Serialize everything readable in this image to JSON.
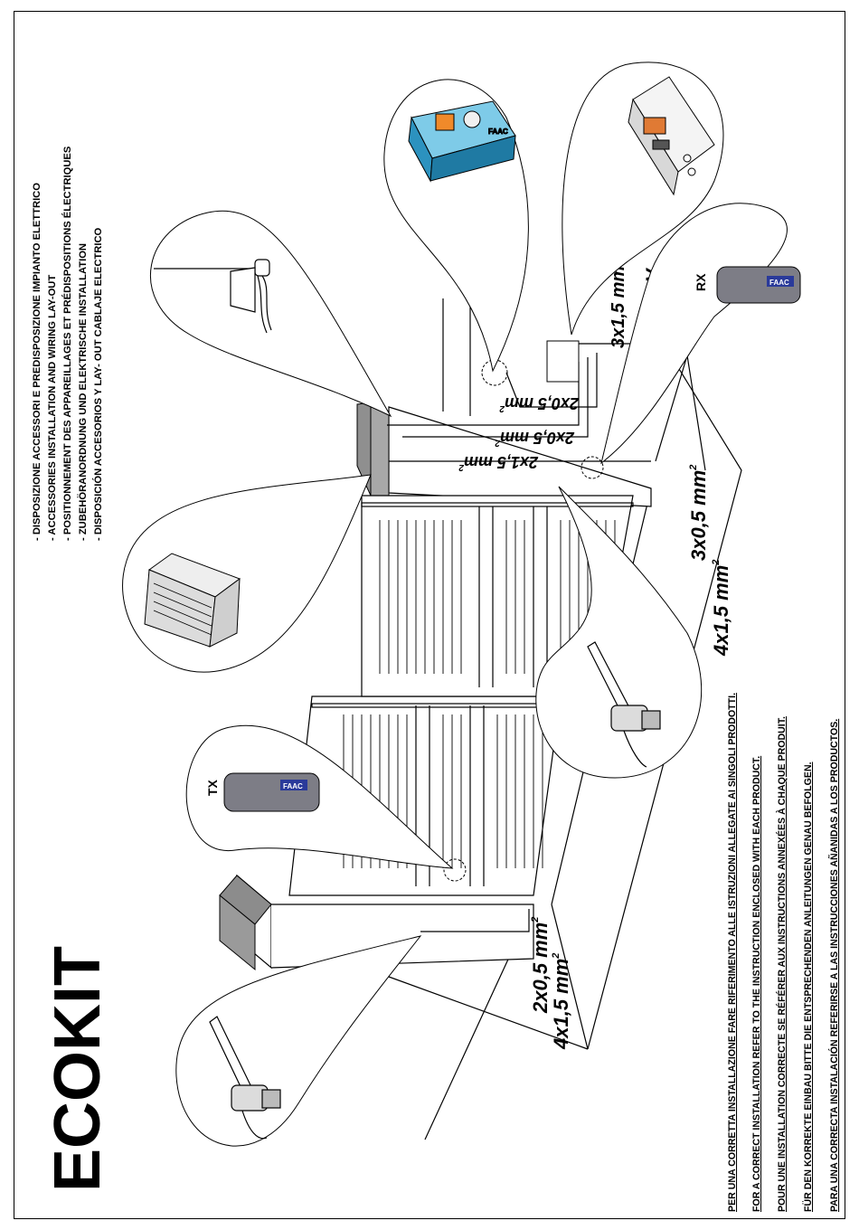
{
  "title": "ECOKIT",
  "languages_header": [
    "- DISPOSIZIONE ACCESSORI E PREDISPOSIZIONE IMPIANTO ELETTRICO",
    "- ACCESSORIES INSTALLATION AND WIRING LAY-OUT",
    "- POSITIONNEMENT DES APPAREILLAGES ET PRÉDISPOSITIONS ÉLECTRIQUES",
    "- ZUBEHÖRANORDNUNG UND ELEKTRISCHE INSTALLATION",
    "- DISPOSICIÓN ACCESORIOS Y LAY- OUT CABLAJE ELECTRICO"
  ],
  "footer_notes": [
    "PER UNA CORRETTA INSTALLAZIONE  FARE RIFERIMENTO ALLE  ISTRUZIONI ALLEGATE AI SINGOLI PRODOTTI.",
    "FOR A CORRECT INSTALLATION REFER TO THE INSTRUCTION ENCLOSED WITH EACH PRODUCT.",
    "POUR UNE INSTALLATION CORRECTE SE RÉFÉRER AUX INSTRUCTIONS ANNEXÉES À CHAQUE PRODUIT.",
    "FÜR DEN KORREKTE EINBAU BITTE DIE ENTSPRECHENDEN ANLEITUNGEN GENAU BEFOLGEN.",
    "PARA UNA CORRECTA INSTALACIÓN REFERIRSE A LAS INSTRUCCIONES AÑANIDAS A LOS PRODUCTOS."
  ],
  "cable_labels": {
    "left_pillar_a": {
      "base": "4x1,5 mm",
      "exp": "2"
    },
    "left_pillar_b": {
      "base": "2x0,5 mm",
      "exp": "2"
    },
    "gate_top": {
      "base": "2x1,5 mm",
      "exp": "2"
    },
    "mid_a": {
      "base": "2x0,5 mm",
      "exp": "2"
    },
    "mid_b": {
      "base": "2x0,5 mm",
      "exp": "2"
    },
    "supply_section": {
      "base": "3x1,5 mm",
      "exp": "2"
    },
    "supply_voltage": "230 V",
    "right_side_a": {
      "base": "4x1,5 mm",
      "exp": "2"
    },
    "right_side_b": {
      "base": "3x0,5 mm",
      "exp": "2"
    }
  },
  "component_labels": {
    "transmitter": "TX",
    "receiver": "RX",
    "brand_mark": "FAAC"
  },
  "colors": {
    "line": "#000000",
    "pillar_cap": "#8c8c8c",
    "key_switch_body": "#36a7d6",
    "remote_body": "#7d7d86",
    "remote_badge": "#2a3a9a"
  }
}
